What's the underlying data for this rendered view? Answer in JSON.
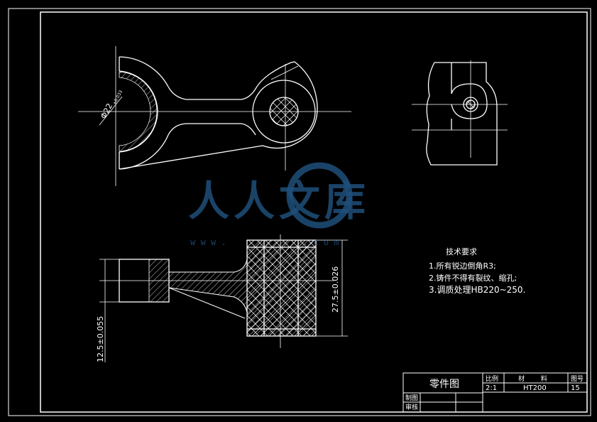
{
  "watermark": {
    "brand": "人人文库",
    "url": "w w w .               . c o m"
  },
  "annotations": {
    "dia_label": "Φ22",
    "dia_tol": "+0.033",
    "dim_275": "27.5±0.026",
    "dim_125": "12.5±0.055"
  },
  "tech_requirements": {
    "title": "技术要求",
    "items": [
      "1.所有锐边倒角R3;",
      "2.铸件不得有裂纹、缩孔;",
      "3.调质处理HB220~250."
    ]
  },
  "title_block": {
    "drawing_name": "零件图",
    "scale_label": "比例",
    "scale_value": "2:1",
    "material_label": "材        料",
    "material_value": "HT200",
    "drawing_no_label": "图号",
    "drawing_no_value": "15",
    "drafter_label": "制图",
    "reviewer_label": "审核"
  }
}
